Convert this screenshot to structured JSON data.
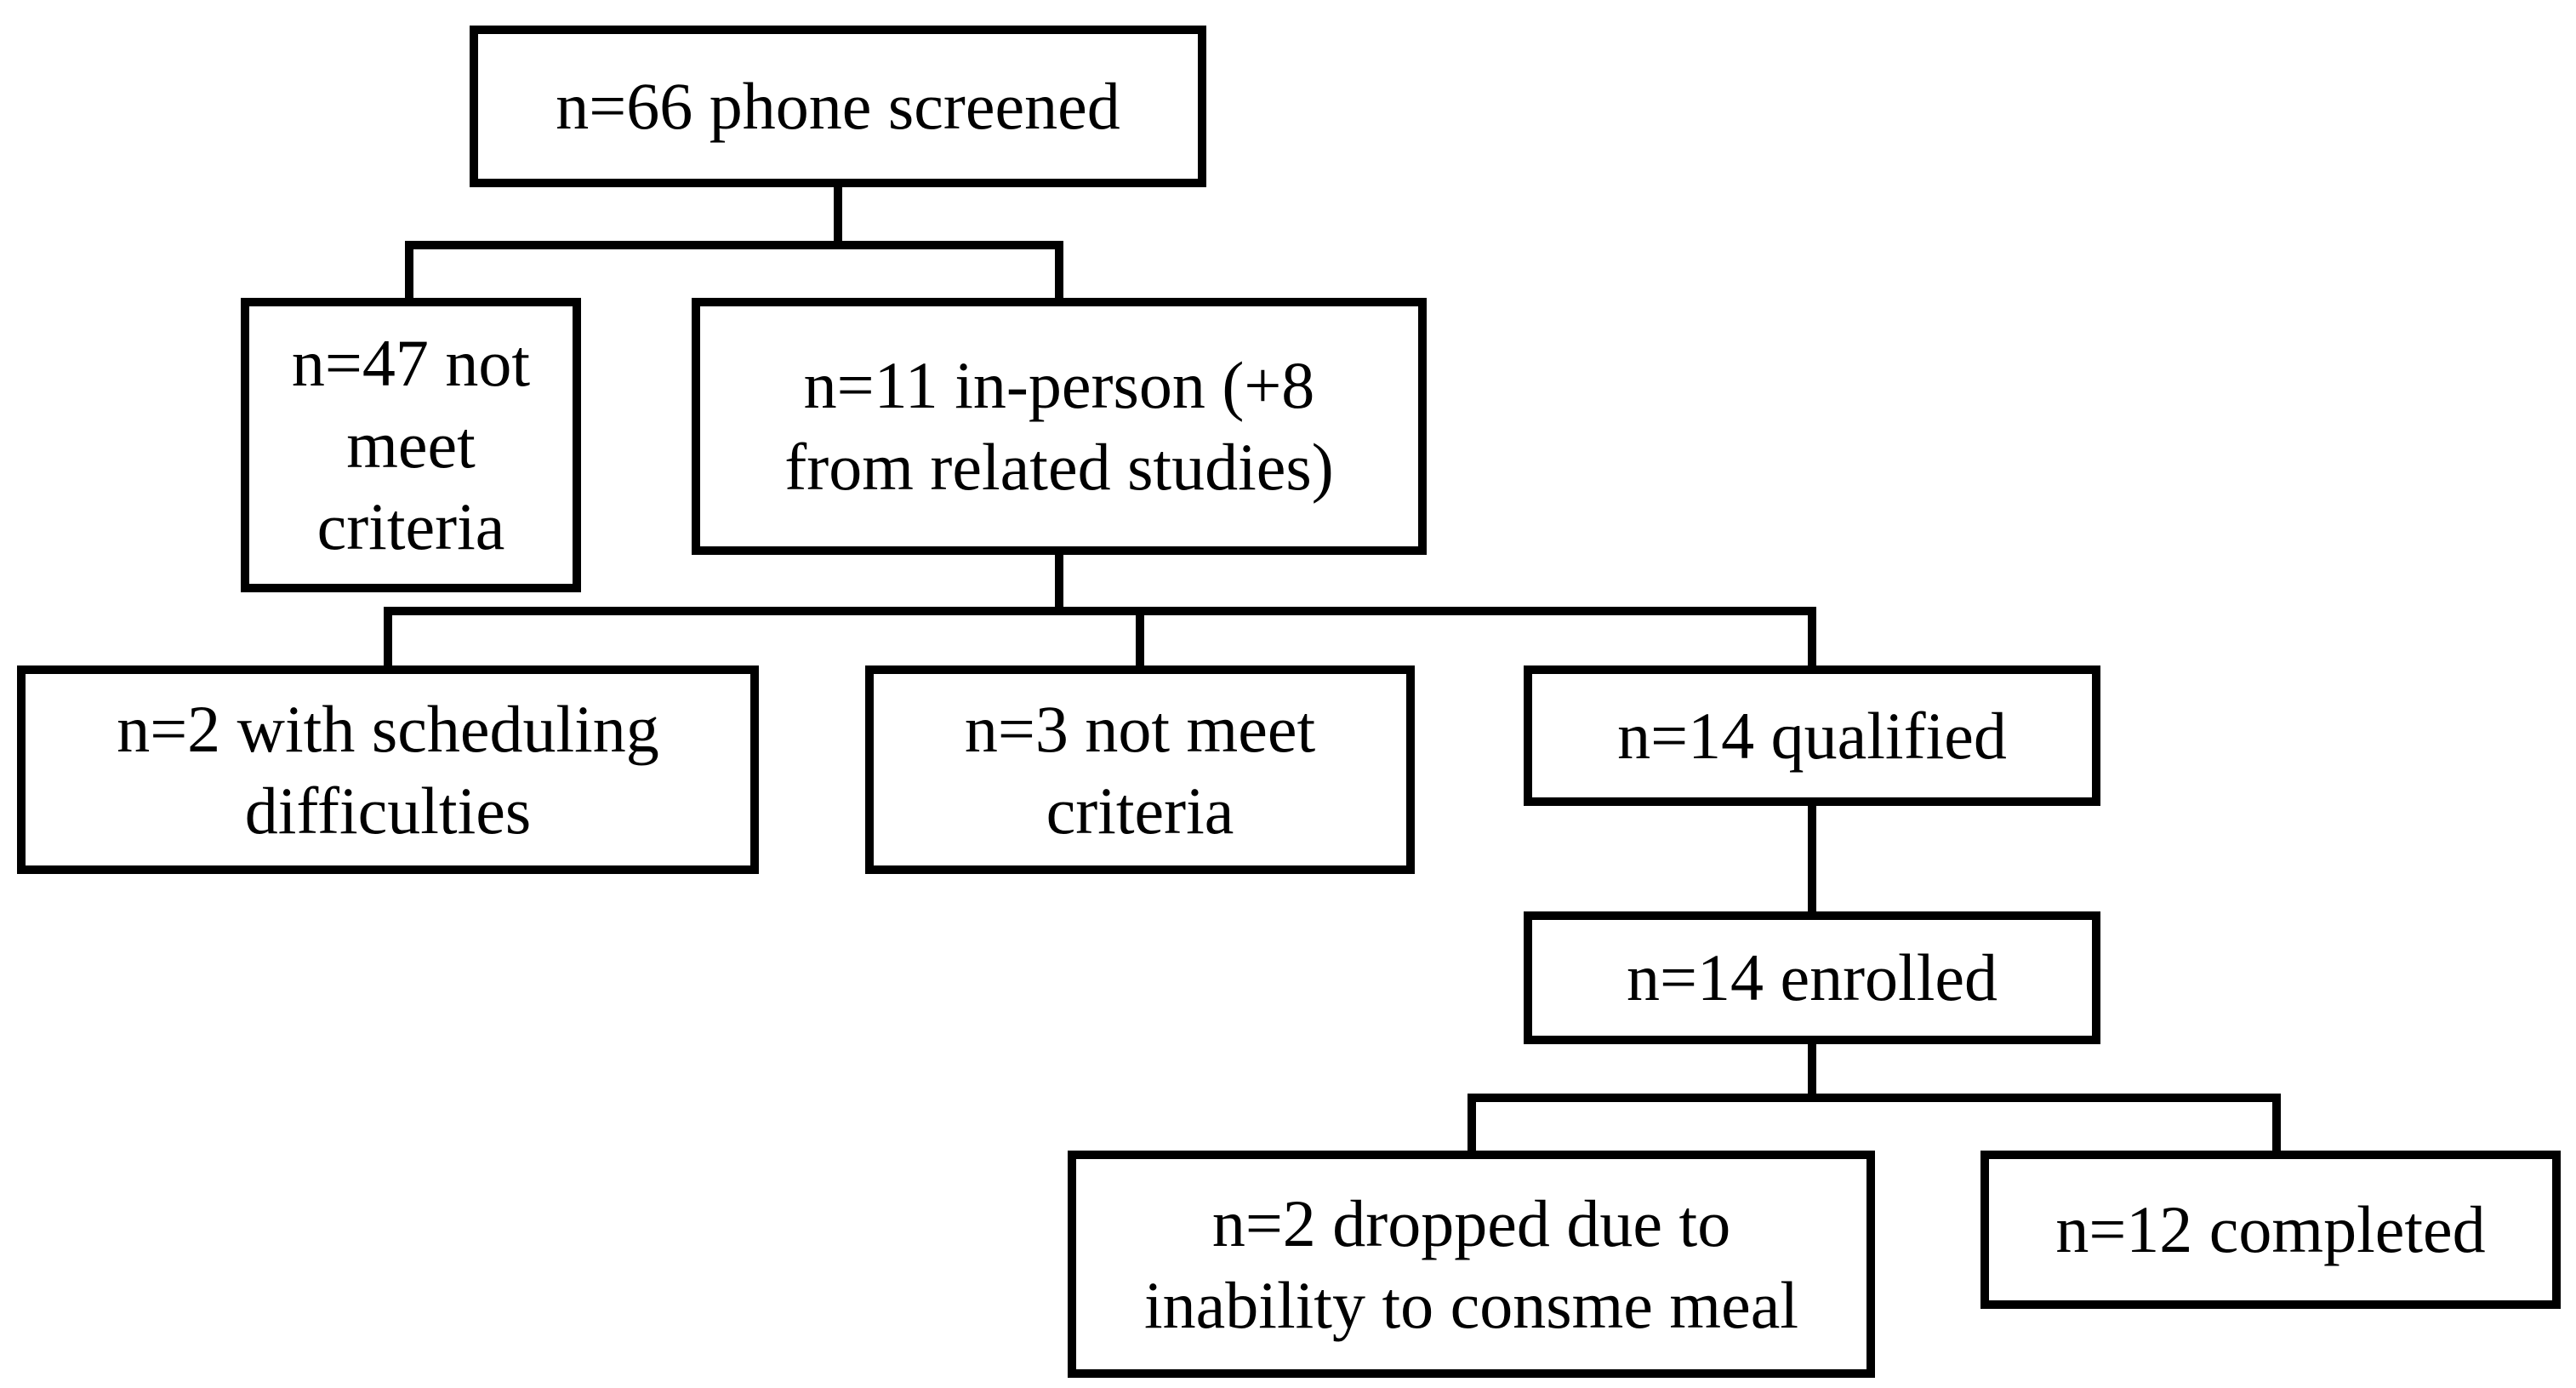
{
  "flowchart": {
    "nodes": {
      "screened": {
        "label": "n=66 phone screened"
      },
      "not_meet_1": {
        "label": "n=47 not\nmeet\ncriteria"
      },
      "in_person": {
        "label": "n=11 in-person (+8\nfrom related studies)"
      },
      "scheduling": {
        "label": "n=2 with scheduling\ndifficulties"
      },
      "not_meet_2": {
        "label": "n=3 not meet\ncriteria"
      },
      "qualified": {
        "label": "n=14 qualified"
      },
      "enrolled": {
        "label": "n=14 enrolled"
      },
      "dropped": {
        "label": "n=2 dropped due to\ninability to consme meal"
      },
      "completed": {
        "label": "n=12 completed"
      }
    },
    "edges": [
      {
        "from": "screened",
        "to": "not_meet_1"
      },
      {
        "from": "screened",
        "to": "in_person"
      },
      {
        "from": "in_person",
        "to": "scheduling"
      },
      {
        "from": "in_person",
        "to": "not_meet_2"
      },
      {
        "from": "in_person",
        "to": "qualified"
      },
      {
        "from": "qualified",
        "to": "enrolled"
      },
      {
        "from": "enrolled",
        "to": "dropped"
      },
      {
        "from": "enrolled",
        "to": "completed"
      }
    ],
    "colors": {
      "line": "#000000",
      "box_fill": "#ffffff",
      "text": "#000000",
      "background": "#ffffff"
    }
  }
}
